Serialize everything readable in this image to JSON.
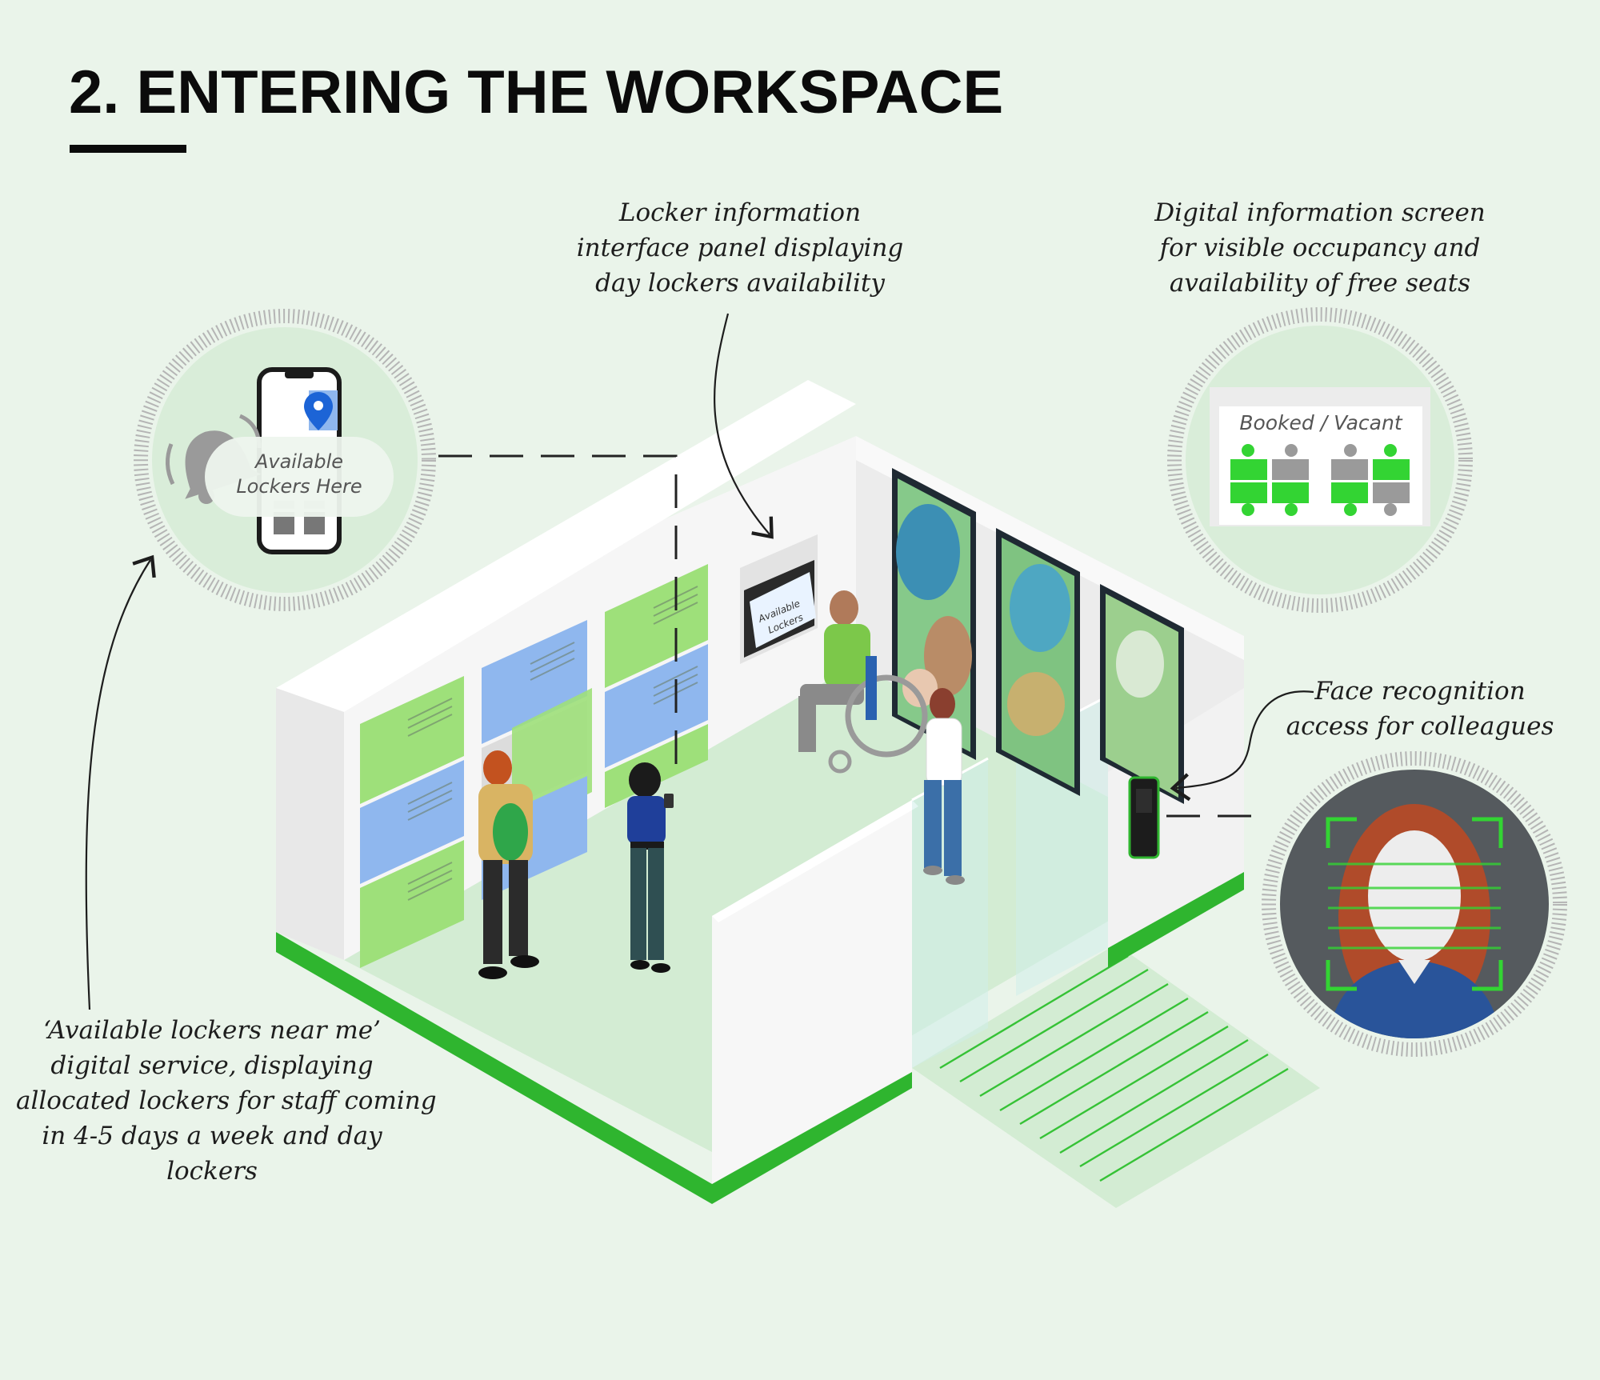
{
  "title": "2. ENTERING THE WORKSPACE",
  "captions": {
    "locker_panel": [
      "Locker information",
      "interface panel displaying",
      "day lockers availability"
    ],
    "info_screen": [
      "Digital information screen",
      "for visible occupancy and",
      "availability of free seats"
    ],
    "face_recognition": [
      "Face recognition",
      "access for colleagues"
    ],
    "lockers_service": [
      "‘Available lockers near me’",
      "digital service, displaying",
      "allocated lockers for staff coming",
      "in 4-5 days a week and day",
      "lockers"
    ]
  },
  "phone_bubble": {
    "line1": "Available",
    "line2": "Lockers Here"
  },
  "screen_bubble": {
    "label": "Booked / Vacant"
  },
  "wall_panel": {
    "line1": "Available",
    "line2": "Lockers"
  },
  "colors": {
    "background": "#eaf4ea",
    "accent_green": "#2fb52f",
    "locker_green": "#9ee07a",
    "locker_blue": "#8fb7ee",
    "wall": "#f4f4f4",
    "floor": "#d3ecd3",
    "seat_green": "#33d433",
    "seat_grey": "#9a9a9a"
  },
  "icons": [
    "smartphone-icon",
    "map-pin-icon",
    "bell-icon",
    "face-scan-icon",
    "wheelchair-icon",
    "face-reader-icon"
  ]
}
